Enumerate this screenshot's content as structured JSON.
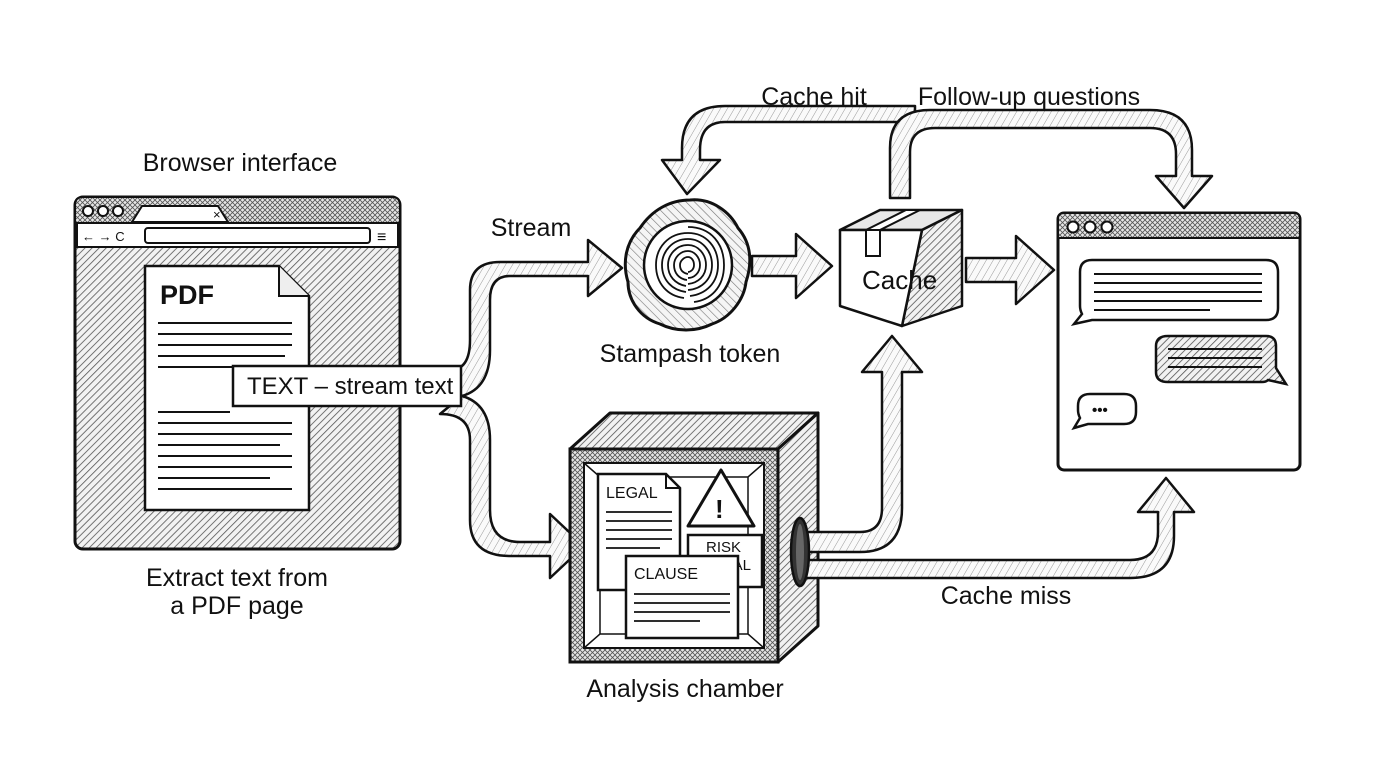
{
  "captions": {
    "browser": "Browser interface",
    "extract_line1": "Extract text from",
    "extract_line2": "a PDF page",
    "stream": "Stream",
    "stampash": "Stampash token",
    "cache_hit": "Cache hit",
    "follow_up": "Follow-up questions",
    "cache_miss": "Cache miss",
    "analysis": "Analysis chamber"
  },
  "labels": {
    "pdf": "PDF",
    "text_stream": "TEXT – stream text",
    "cache_box": "Cache",
    "legal": "LEGAL",
    "clause": "CLAUSE",
    "risk_line1": "RISK",
    "risk_line2": "SIGNAL",
    "warning": "!",
    "close_glyph": "×",
    "nav_glyphs": "← → C",
    "menu_glyph": "≡",
    "typing_dots": "•••"
  },
  "icons": {
    "window_dots": "window-control-dots-icon",
    "fingerprint": "fingerprint-icon",
    "warning": "warning-triangle-icon",
    "package": "package-box-icon",
    "chat": "chat-bubble-icon"
  },
  "colors": {
    "ink": "#111111",
    "paper": "#ffffff",
    "hatch": "#8a8a8a"
  }
}
